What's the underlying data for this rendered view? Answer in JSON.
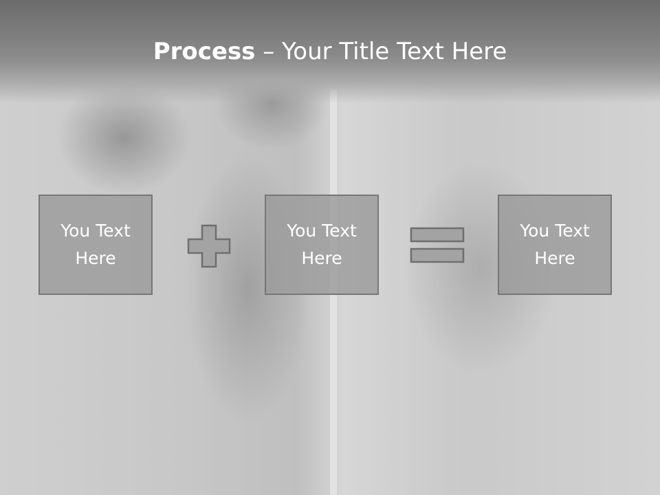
{
  "slide": {
    "title_bold": "Process",
    "title_rest": " – Your Title Text Here"
  },
  "boxes": [
    {
      "text": "You Text Here"
    },
    {
      "text": "You Text Here"
    },
    {
      "text": "You Text Here"
    }
  ],
  "operators": {
    "plus": "plus-icon",
    "equals": "equals-icon"
  },
  "colors": {
    "box_fill": "#9b9b9b",
    "box_border": "#767676",
    "header": "#6b6b6b",
    "text": "#ffffff"
  }
}
